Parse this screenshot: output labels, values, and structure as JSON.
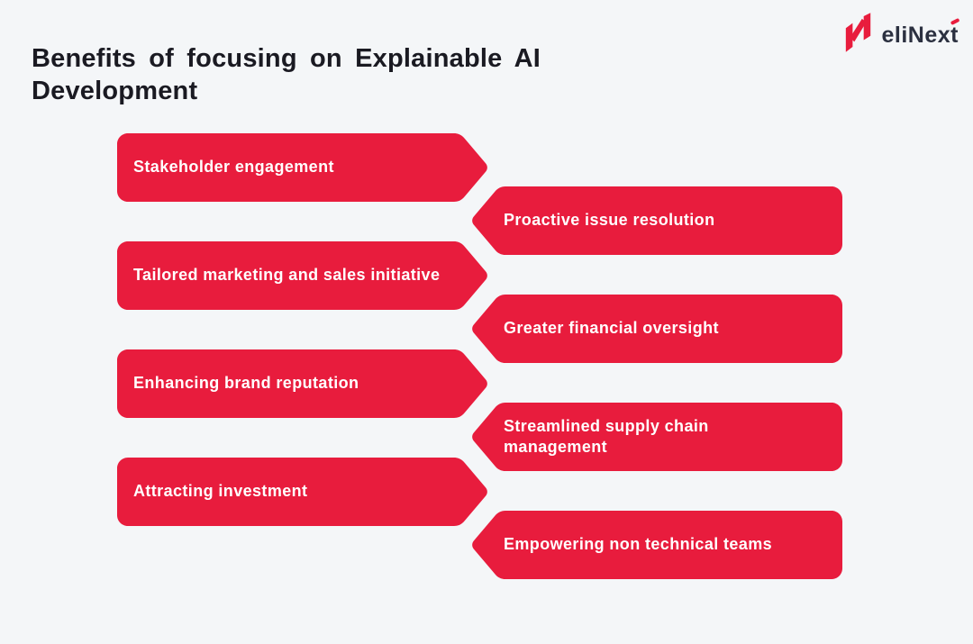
{
  "page": {
    "background_color": "#F4F6F8"
  },
  "header": {
    "title": "Benefits of focusing on Explainable AI Development",
    "title_color": "#1A1A22"
  },
  "logo": {
    "brand_text": "eliNext",
    "mark_icon": "elinext-n-mark",
    "accent_color": "#E81C3D",
    "text_color": "#2B3040"
  },
  "banners": {
    "fill_color": "#E81C3D",
    "text_color": "#FFFFFF",
    "items": [
      {
        "label": "Stakeholder engagement",
        "side": "left"
      },
      {
        "label": "Proactive issue resolution",
        "side": "right"
      },
      {
        "label": "Tailored marketing and sales initiative",
        "side": "left"
      },
      {
        "label": "Greater financial oversight",
        "side": "right"
      },
      {
        "label": "Enhancing brand reputation",
        "side": "left"
      },
      {
        "label": "Streamlined supply chain\nmanagement",
        "side": "right"
      },
      {
        "label": "Attracting investment",
        "side": "left"
      },
      {
        "label": "Empowering non technical teams",
        "side": "right"
      }
    ]
  }
}
